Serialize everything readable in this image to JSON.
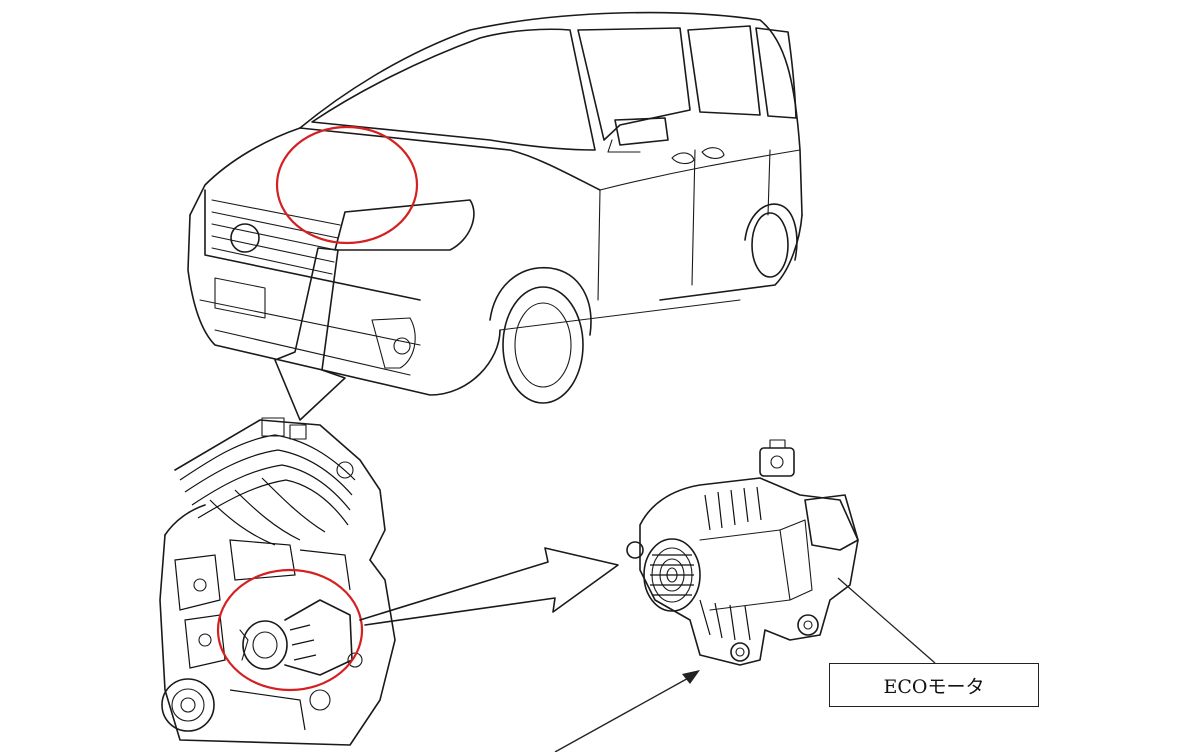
{
  "diagram": {
    "callout_label": "ECOモータ",
    "highlight_color": "#d42020",
    "line_color": "#1a1a1a",
    "icons": [
      "van-illustration",
      "engine-illustration",
      "alternator-illustration"
    ]
  }
}
